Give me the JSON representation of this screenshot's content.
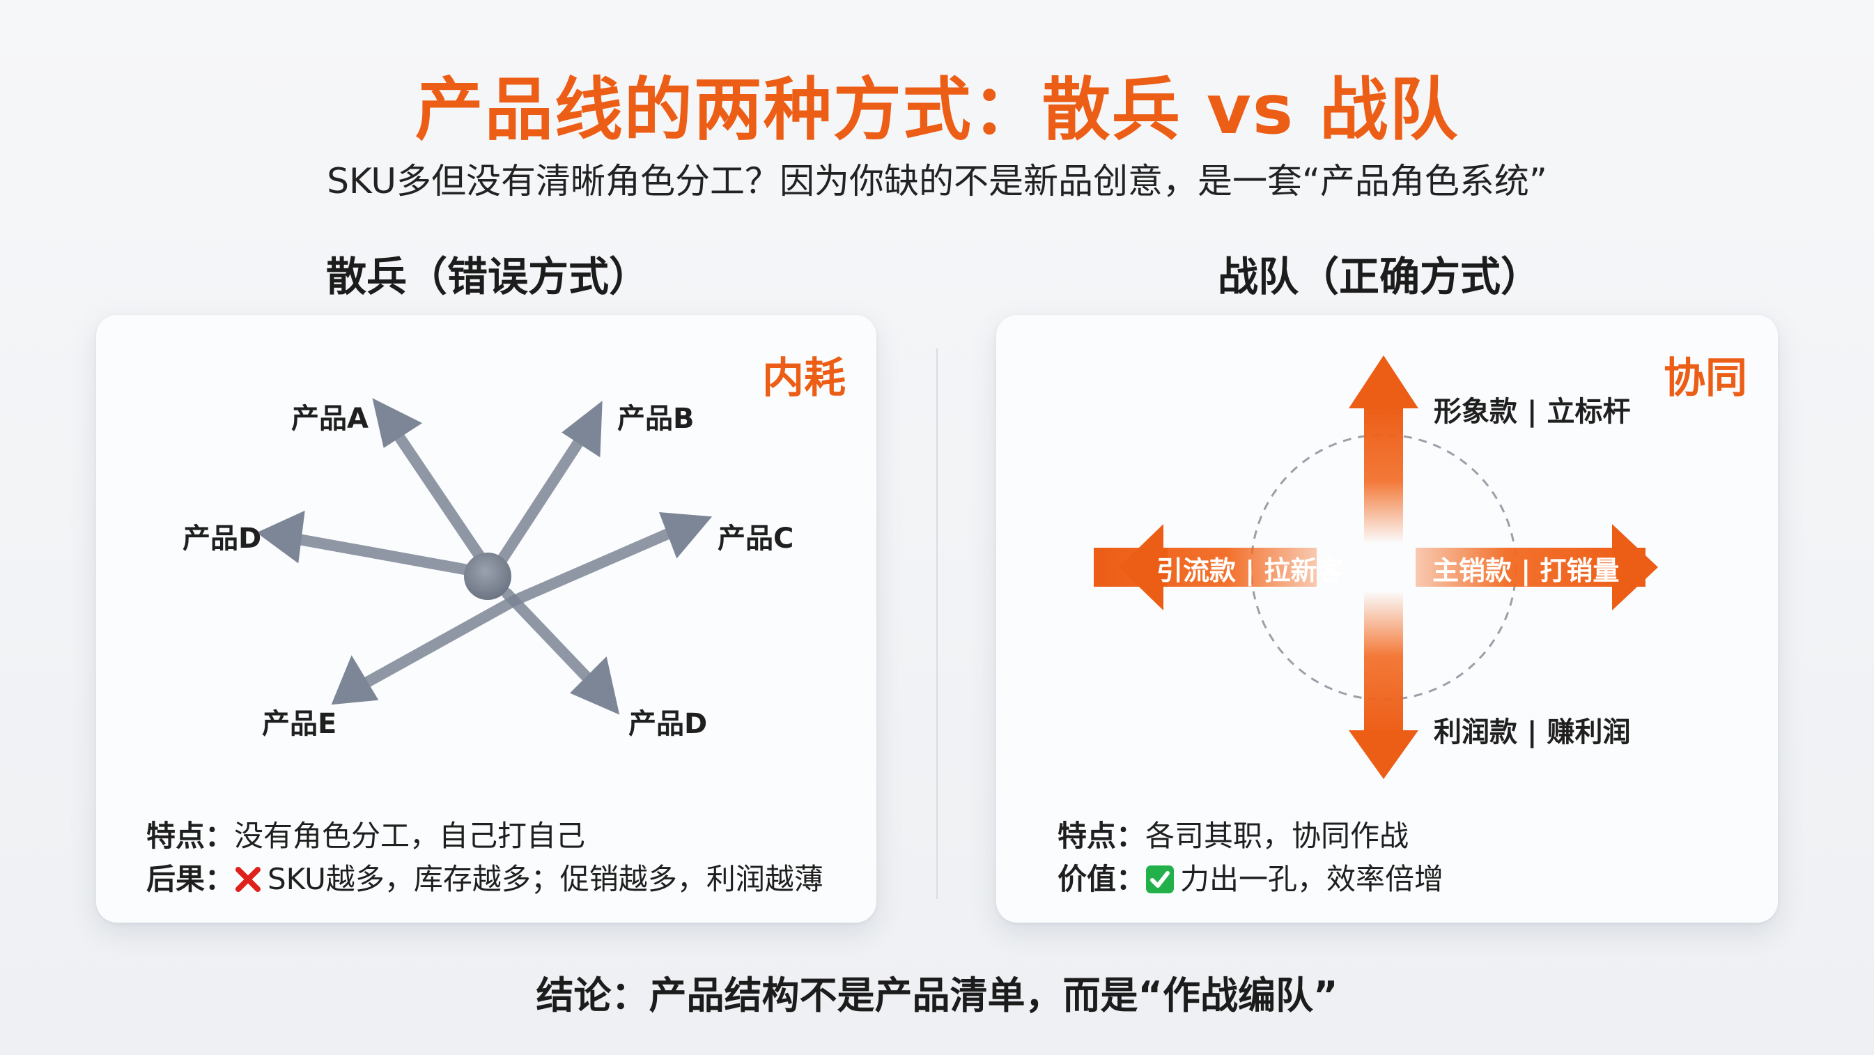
{
  "header": {
    "title": "产品线的两种方式：散兵 vs 战队",
    "subtitle": "SKU多但没有清晰角色分工？因为你缺的不是新品创意，是一套“产品角色系统”"
  },
  "left": {
    "section_title": "散兵（错误方式）",
    "tag": "内耗",
    "arrows": [
      "产品A",
      "产品B",
      "产品C",
      "产品D",
      "产品E",
      "产品D"
    ],
    "trait_key": "特点：",
    "trait_value": "没有角色分工，自己打自己",
    "result_key": "后果：",
    "result_icon": "cross-mark-icon",
    "result_value": "SKU越多，库存越多；促销越多，利润越薄"
  },
  "right": {
    "section_title": "战队（正确方式）",
    "tag": "协同",
    "roles": {
      "up": "形象款 | 立标杆",
      "left": "引流款 | 拉新客",
      "right": "主销款 | 打销量",
      "down": "利润款 | 赚利润"
    },
    "trait_key": "特点：",
    "trait_value": "各司其职，协同作战",
    "value_key": "价值：",
    "value_icon": "check-mark-icon",
    "value_value": "力出一孔，效率倍增"
  },
  "footer": {
    "conclusion": "结论：产品结构不是产品清单，而是“作战编队”"
  },
  "colors": {
    "accent": "#ec5d16",
    "arrow_gray": "#7d8696",
    "divider": "#d9dce1"
  }
}
